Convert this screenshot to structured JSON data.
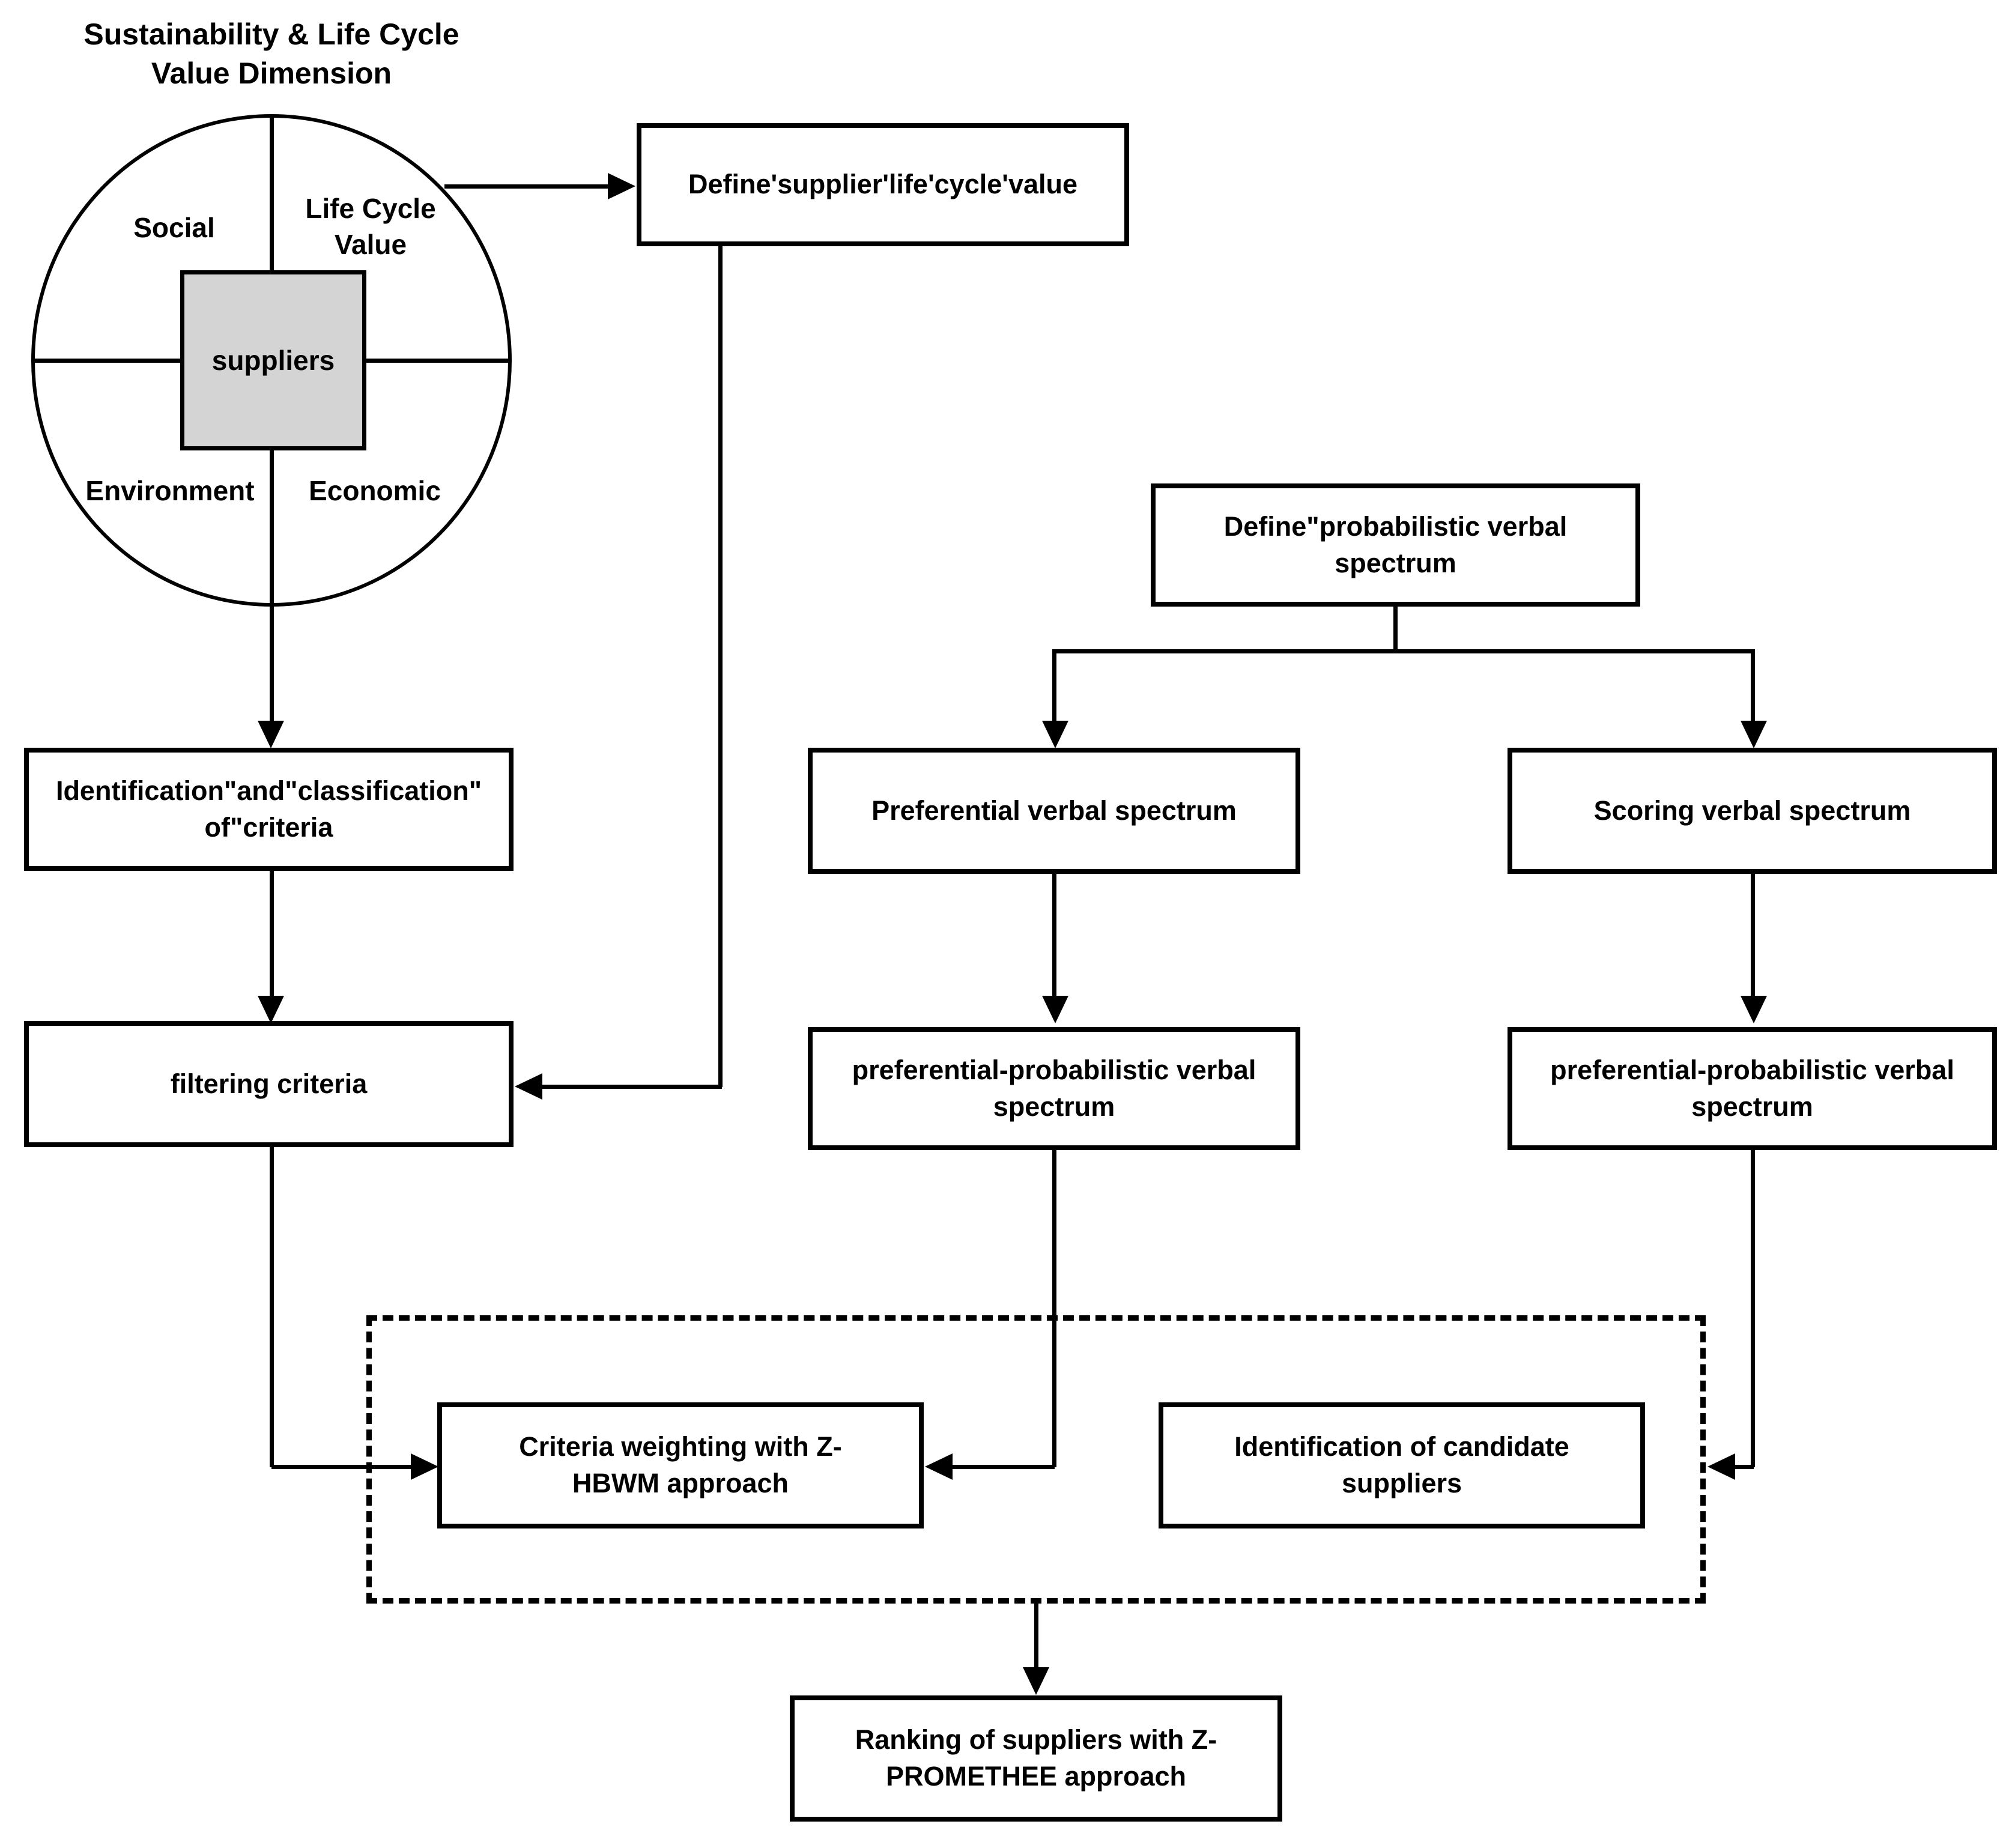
{
  "figure": {
    "title": "Sustainability & Life Cycle\nValue Dimension",
    "venn": {
      "top_left": "Social",
      "top_right": "Life Cycle\nValue",
      "bottom_left": "Environment",
      "bottom_right": "Economic",
      "center": "suppliers"
    },
    "boxes": {
      "define_supplier": "Define'supplier'life'cycle'value",
      "identification_classification": "Identification\"and\"classification\"\nof\"criteria",
      "filtering_criteria": "filtering criteria",
      "define_probabilistic": "Define\"probabilistic verbal\nspectrum",
      "preferential_spectrum": "Preferential verbal spectrum",
      "scoring_spectrum": "Scoring verbal spectrum",
      "preferential_probabilistic_left": "preferential-probabilistic verbal\nspectrum",
      "preferential_probabilistic_right": "preferential-probabilistic verbal\nspectrum",
      "criteria_weighting": "Criteria weighting with Z-\nHBWM approach",
      "candidate_suppliers": "Identification of candidate\nsuppliers",
      "ranking": "Ranking of suppliers with Z-\nPROMETHEE approach"
    },
    "colors": {
      "line": "#000000",
      "box_background": "#ffffff",
      "suppliers_fill": "#d4d4d4",
      "page_background": "#ffffff"
    }
  }
}
